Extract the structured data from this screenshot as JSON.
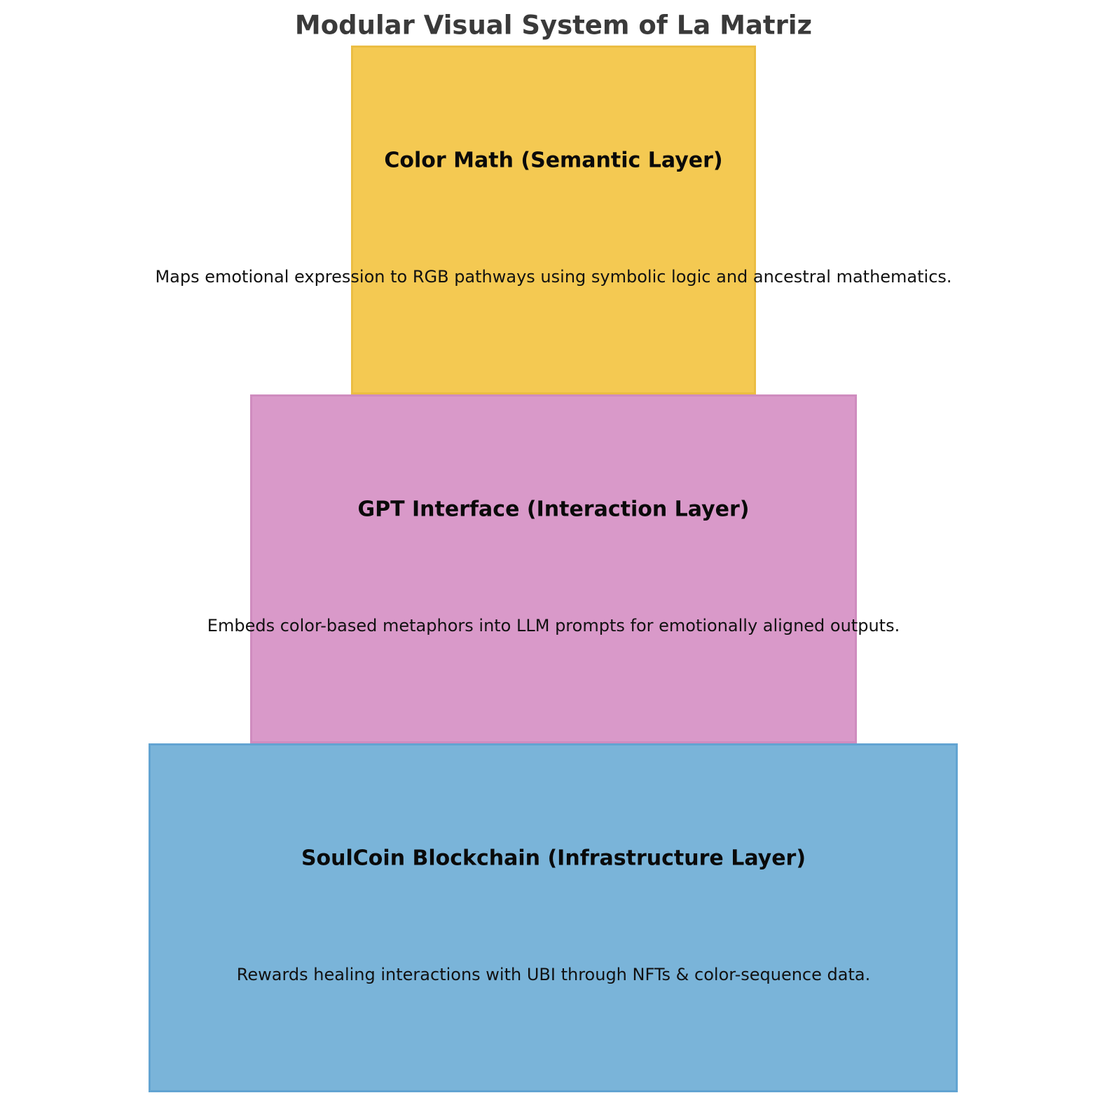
{
  "title": "Modular Visual System of La Matriz",
  "title_color": "#3a3a3a",
  "background_color": "#ffffff",
  "layers": [
    {
      "name": "Color Math (Semantic Layer)",
      "description": "Maps emotional expression to RGB pathways using symbolic logic and ancestral mathematics.",
      "fill": "#F4C952",
      "edge": "#EBBD43",
      "text_color": "#0a0a0a"
    },
    {
      "name": "GPT Interface (Interaction Layer)",
      "description": "Embeds color-based metaphors into LLM prompts for emotionally aligned outputs.",
      "fill": "#D999C9",
      "edge": "#CF8CBF",
      "text_color": "#0a0a0a"
    },
    {
      "name": "SoulCoin Blockchain (Infrastructure Layer)",
      "description": "Rewards healing interactions with UBI through NFTs & color-sequence data.",
      "fill": "#7AB4D9",
      "edge": "#62A4D2",
      "text_color": "#0a0a0a"
    }
  ]
}
